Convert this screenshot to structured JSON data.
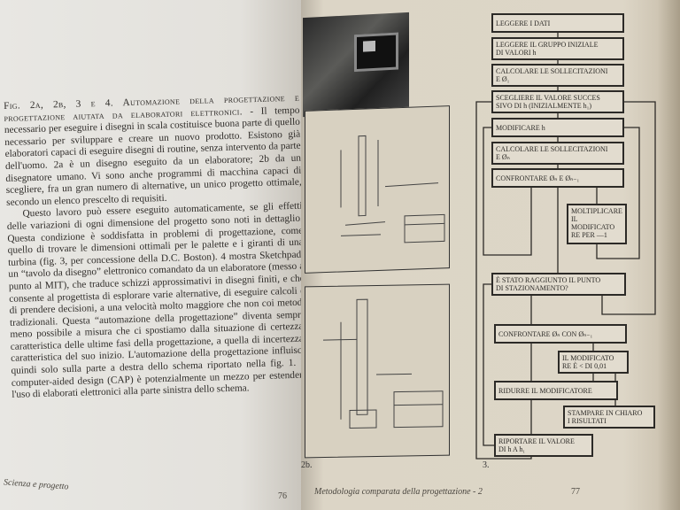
{
  "left_page": {
    "caption_label": "Fig. 2a, 2b, 3 e 4.",
    "caption_title": "Automazione della progettazione e progettazione aiutata da elaboratori elettronici.",
    "paragraph1": "- Il tempo necessario per eseguire i disegni in scala costituisce buona parte di quello necessario per sviluppare e creare un nuovo prodotto. Esistono già elaboratori capaci di eseguire disegni di routine, senza intervento da parte dell'uomo. 2a è un disegno eseguito da un elaboratore; 2b da un disegnatore umano. Vi sono anche programmi di macchina capaci di scegliere, fra un gran numero di alternative, un unico progetto ottimale, secondo un elenco prescelto di requisiti.",
    "paragraph2": "Questo lavoro può essere eseguito automaticamente, se gli effetti delle variazioni di ogni dimensione del progetto sono noti in dettaglio. Questa condizione è soddisfatta in problemi di progettazione, come quello di trovare le dimensioni ottimali per le palette e i giranti di una turbina (fig. 3, per concessione della D.C. Boston). 4 mostra Sketchpad, un “tavolo da disegno” elettronico comandato da un elaboratore (messo a punto al MIT), che traduce schizzi approssimativi in disegni finiti, e che consente al progettista di esplorare varie alternative, di eseguire calcoli e di prendere decisioni, a una velocità molto maggiore che non coi metodi tradizionali. Questa “automazione della progettazione” diventa sempre meno possibile a misura che ci spostiamo dalla situazione di certezza, caratteristica delle ultime fasi della progettazione, a quella di incertezza, caratteristica del suo inizio. L'automazione della progettazione influisce quindi solo sulla parte a destra dello schema riportato nella fig. 1. Il computer-aided design (CAP) è potenzialmente un mezzo per estendere l'uso di elaborati elettronici alla parte sinistra dello schema.",
    "footer": "Scienza e progetto",
    "page_number": "76"
  },
  "right_page": {
    "fig_2b_label": "2b.",
    "fig_3_label": "3.",
    "footer": "Metodologia comparata della progettazione - 2",
    "page_number": "77",
    "flowchart": [
      "LEGGERE I DATI",
      "LEGGERE IL GRUPPO INIZIALE\nDI VALORI h",
      "CALCOLARE LE SOLLECITAZIONI\nE Ø₁",
      "SCEGLIERE IL VALORE SUCCES\nSIVO DI h (INIZIALMENTE h₁)",
      "MODIFICARE h",
      "CALCOLARE LE SOLLECITAZIONI\nE Øₙ",
      "CONFRONTARE Øₙ E Øₙ₋₁",
      "MOLTIPLICARE\nIL\nMODIFICATO\nRE PER —1",
      "È STATO RAGGIUNTO IL PUNTO\nDI STAZIONAMENTO?",
      "CONFRONTARE Øₙ CON Øₙ₋₁",
      "IL MODIFICATO\nRE È < DI 0,01",
      "RIDURRE IL MODIFICATORE",
      "STAMPARE IN CHIARO\nI RISULTATI",
      "RIPORTARE IL VALORE\nDI h A h₁"
    ]
  }
}
